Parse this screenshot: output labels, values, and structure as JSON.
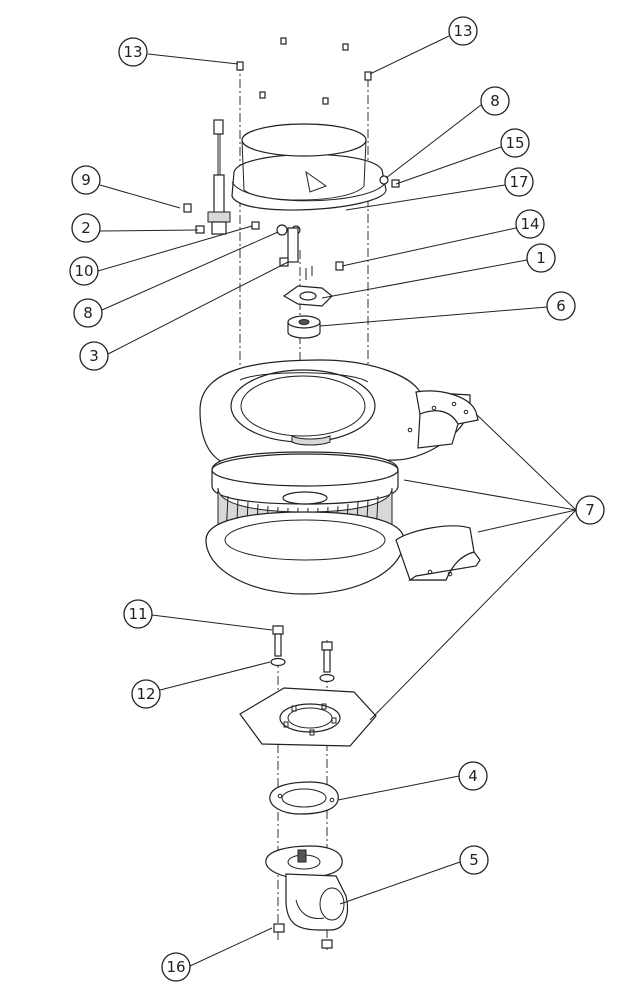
{
  "callouts": [
    {
      "id": "c13a",
      "label": "13"
    },
    {
      "id": "c13b",
      "label": "13"
    },
    {
      "id": "c8a",
      "label": "8"
    },
    {
      "id": "c15",
      "label": "15"
    },
    {
      "id": "c9",
      "label": "9"
    },
    {
      "id": "c17",
      "label": "17"
    },
    {
      "id": "c2",
      "label": "2"
    },
    {
      "id": "c14",
      "label": "14"
    },
    {
      "id": "c10",
      "label": "10"
    },
    {
      "id": "c1",
      "label": "1"
    },
    {
      "id": "c8b",
      "label": "8"
    },
    {
      "id": "c6",
      "label": "6"
    },
    {
      "id": "c3",
      "label": "3"
    },
    {
      "id": "c7",
      "label": "7"
    },
    {
      "id": "c11",
      "label": "11"
    },
    {
      "id": "c12",
      "label": "12"
    },
    {
      "id": "c4",
      "label": "4"
    },
    {
      "id": "c5",
      "label": "5"
    },
    {
      "id": "c16",
      "label": "16"
    }
  ],
  "colors": {
    "line": "#222222",
    "background": "#ffffff"
  }
}
